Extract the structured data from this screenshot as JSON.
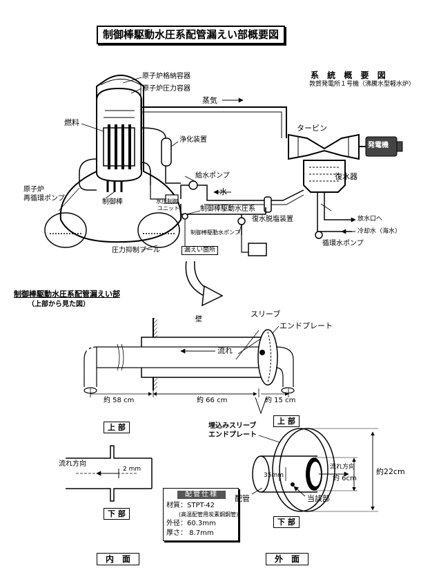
{
  "title": "制御棒駆動水圧系配管漏えい部概要図",
  "system": {
    "heading": "系 統 概 要 図",
    "subheading": "敦賀発電所１号機（沸騰水型軽水炉）",
    "labels": {
      "containment": "原子炉格納容器",
      "pressure_vessel": "原子炉圧力容器",
      "steam": "蒸気",
      "fuel": "燃料",
      "purification": "浄化装置",
      "turbine": "タービン",
      "generator": "発電機",
      "feed_pump": "給水ポンプ",
      "condenser": "復水器",
      "water": "水",
      "recirc_pump_1": "原子炉",
      "recirc_pump_2": "再循環ポンプ",
      "control_rod": "制御棒",
      "hcu_1": "水圧制御",
      "hcu_2": "ユニット",
      "crd_system": "制御棒駆動水圧系",
      "demineralizer": "復水脱塩装置",
      "outlet": "放水口へ",
      "cooling_water": "冷却水（海水）",
      "crd_pump": "制御棒駆動水ポンプ",
      "circ_pump": "循環水ポンプ",
      "suppression_pool": "圧力抑制プール",
      "leak_point": "漏えい箇所"
    }
  },
  "top_view": {
    "heading": "制御棒駆動水圧系配管漏えい部",
    "subheading": "（上部から見た図）",
    "wall": "壁",
    "sleeve": "スリーブ",
    "end_plate": "エンドプレート",
    "flow": "流れ",
    "dim_58": "約 58 cm",
    "dim_66": "約 66 cm",
    "dim_15": "約 15 cm"
  },
  "inner": {
    "upper": "上 部",
    "lower": "下 部",
    "flow_dir": "流れ方向",
    "size": "2 mm",
    "caption": "内　面"
  },
  "spec": {
    "heading": "配管仕様",
    "material": "材質：STPT-42",
    "material_note": "(高温配管用炭素鋼鋼管)",
    "outer_diameter": "外径：60.3mm",
    "thickness": "厚さ： 8.7mm"
  },
  "outer": {
    "upper": "上 部",
    "lower": "下 部",
    "embedded_1": "埋込みスリーブ",
    "embedded_2": "エンドプレート",
    "dim_22": "約22cm",
    "dim_6": "約 6cm",
    "flow_dir": "流れ方向",
    "dim_35": "35mm",
    "pipe": "配管",
    "location": "当該部",
    "caption": "外　面"
  }
}
